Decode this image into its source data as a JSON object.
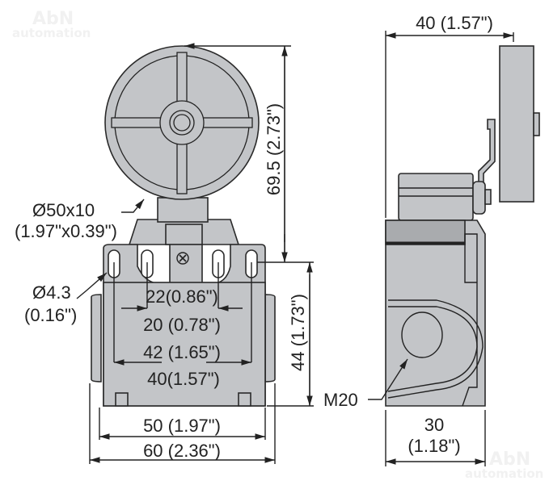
{
  "watermark": {
    "brand": "AbN",
    "sub": "automation"
  },
  "front_view": {
    "wheel_label": "Ø50x10",
    "wheel_label_in": "(1.97\"x0.39\")",
    "hole_label": "Ø4.3",
    "hole_label_in": "(0.16\")",
    "dim_22": "22(0.86\")",
    "dim_20": "20 (0.78\")",
    "dim_42": "42 (1.65\")",
    "dim_40": "40(1.57\")",
    "dim_50": "50 (1.97\")",
    "dim_60": "60 (2.36\")",
    "dim_height_total": "69.5 (2.73\")",
    "dim_height_body": "44 (1.73\")"
  },
  "side_view": {
    "dim_40": "40 (1.57\")",
    "thread_label": "M20",
    "dim_30": "30",
    "dim_30_in": "(1.18\")"
  }
}
